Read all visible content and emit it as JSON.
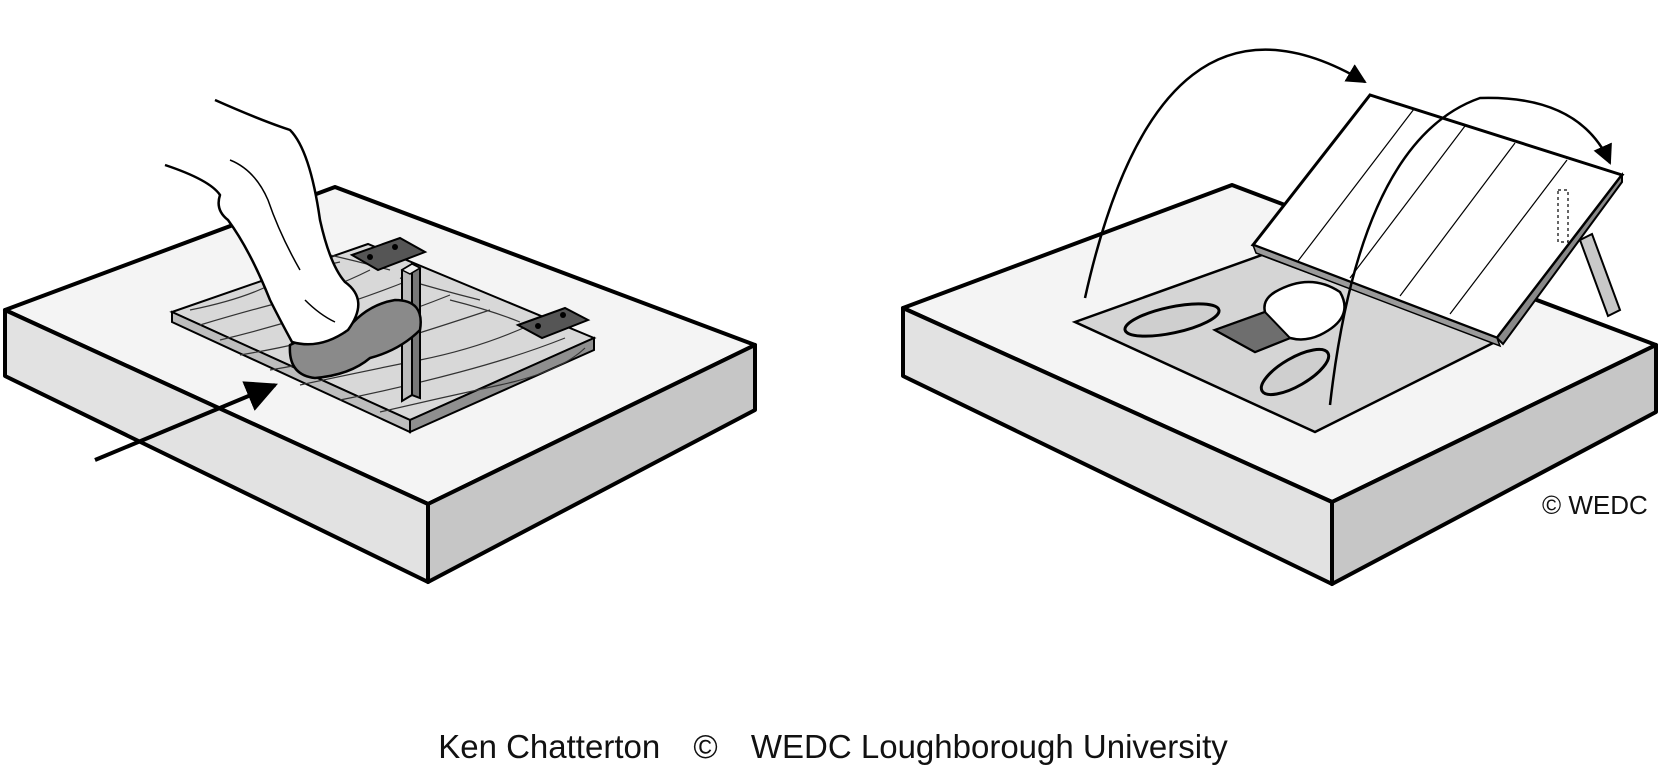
{
  "watermark": "© WEDC",
  "caption": {
    "author": "Ken Chatterton",
    "copyright_symbol": "©",
    "organisation": "WEDC  Loughborough University"
  }
}
